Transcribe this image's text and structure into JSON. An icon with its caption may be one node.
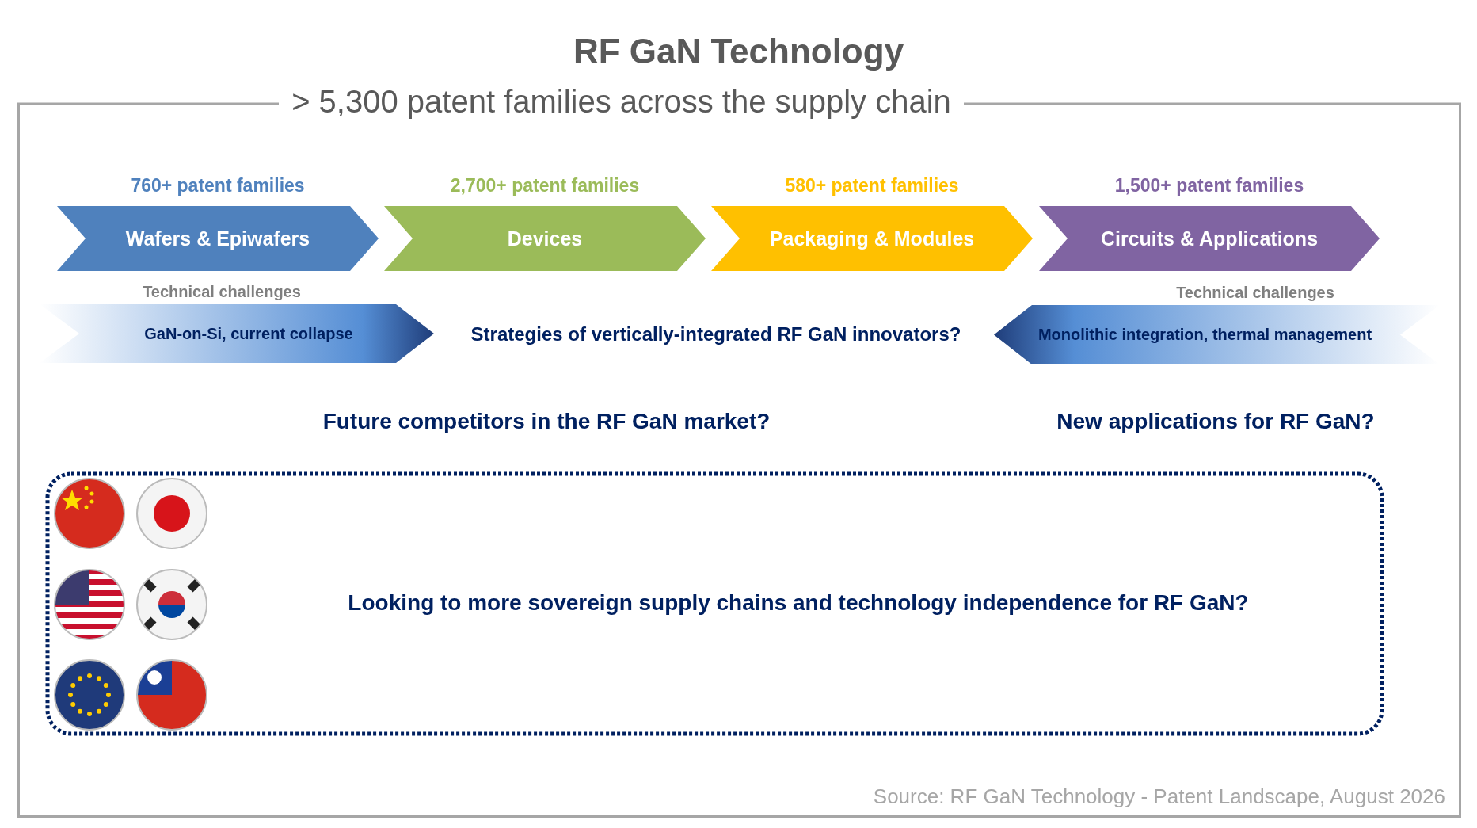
{
  "diagram": {
    "title": "RF GaN Technology",
    "nodes": [
      {
        "text": [
          "> 5,300 patent families across the supply chain"
        ]
      },
      {
        "text": [
          "Wafers & Epiwafers"
        ],
        "beside": [
          "760+ patent families"
        ],
        "in": 0
      },
      {
        "text": [
          "Devices"
        ],
        "beside": [
          "2,700+ patent families"
        ],
        "in": 0
      },
      {
        "text": [
          "Packaging & Modules"
        ],
        "beside": [
          "580+ patent families"
        ],
        "in": 0
      },
      {
        "text": [
          "Circuits & Applications"
        ],
        "beside": [
          "1,500+ patent families"
        ],
        "in": 0
      },
      {
        "text": [
          "GaN-on-Si, current collapse"
        ],
        "beside": [
          "Technical challenges"
        ],
        "in": 0
      },
      {
        "text": [
          "Monolithic integration, thermal management"
        ],
        "beside": [
          "Technical challenges"
        ],
        "in": 0
      },
      {
        "text": [
          "Looking to more sovereign supply chains and technology independence for RF GaN?"
        ],
        "in": 0
      }
    ],
    "labels": [
      "Strategies of vertically-integrated RF GaN innovators?",
      "Future competitors in the RF GaN market?",
      "New applications for RF GaN?",
      "Source: RF GaN Technology - Patent Landscape, August 2026"
    ]
  }
}
